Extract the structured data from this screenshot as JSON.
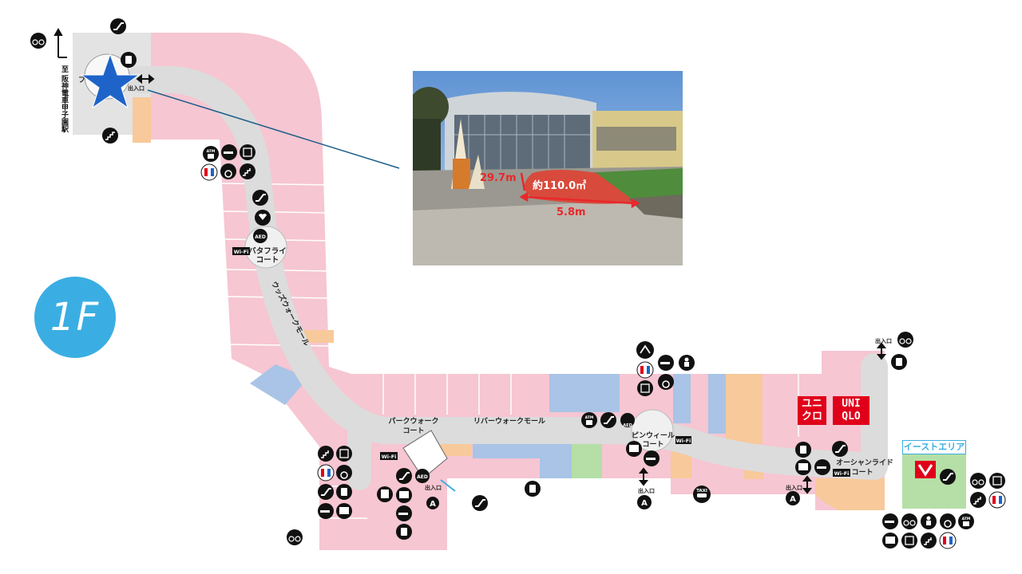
{
  "floor": {
    "label": "1F"
  },
  "station": {
    "label": "至 阪神電車甲子園駅"
  },
  "courts": {
    "butterfly": "バタフライ\nコート",
    "butterfly_l1": "バタフライ",
    "butterfly_l2": "コート",
    "park_walk_l1": "パークウォーク",
    "park_walk_l2": "コート",
    "pinwheel_l1": "ピンウィール",
    "pinwheel_l2": "コート",
    "ocean_l1": "オーシャンライド",
    "ocean_l2": "コート",
    "front_partial": "フ"
  },
  "malls": {
    "woods_walk": "ウッズウォークモール",
    "river_walk": "リバーウォークモール"
  },
  "east_area": "イーストエリア",
  "entrances": {
    "label": "出入口",
    "a_mark": "A"
  },
  "wifi": "Wi-Fi",
  "aed": "AED",
  "atm": "ATM",
  "taxi": "TAXI",
  "uniqlo": {
    "kana": "ユニ\nクロ",
    "kana_l1": "ユニ",
    "kana_l2": "クロ",
    "latin_l1": "UNI",
    "latin_l2": "QLO"
  },
  "photo": {
    "dim_left": "29.7m",
    "dim_area": "約110.0㎡",
    "dim_bottom": "5.8m"
  },
  "colors": {
    "shop_pink": "#f6c6d2",
    "corridor_gray": "#dcdcdc",
    "shop_blue": "#a9c4e6",
    "shop_orange": "#f8c99a",
    "shop_green": "#b5dfa6",
    "accent_blue": "#3aaee3",
    "star_blue": "#1e64c8",
    "uniqlo_red": "#e0001a",
    "measure_red": "#e8282b"
  },
  "icons": [
    "escalator-icon",
    "bicycle-icon",
    "toilet-icon",
    "wheelchair-icon",
    "elevator-icon",
    "stairs-icon",
    "atm-icon",
    "smoking-icon",
    "nursing-icon",
    "aed-icon",
    "taxi-icon",
    "phone-icon",
    "locker-icon",
    "info-icon"
  ]
}
